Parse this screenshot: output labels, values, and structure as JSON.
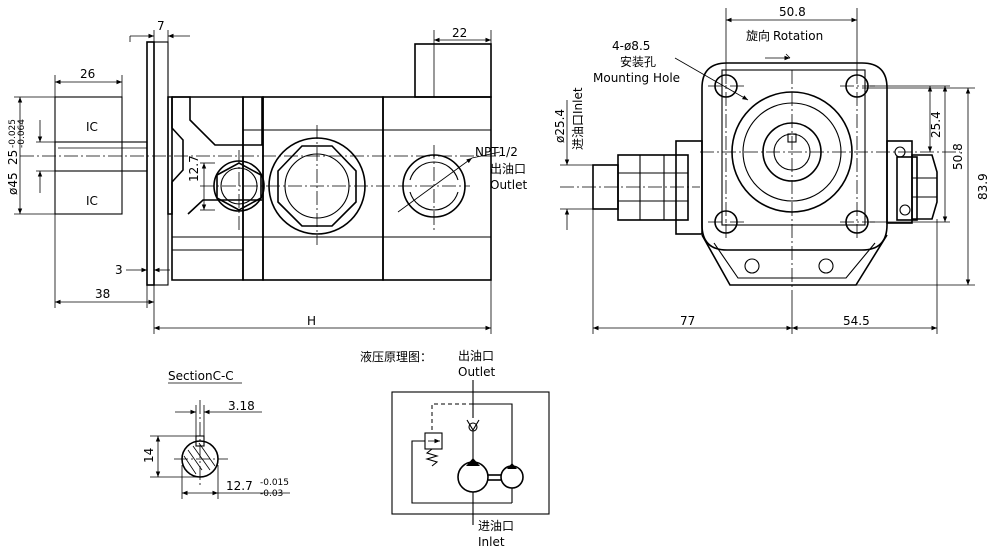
{
  "front_view": {
    "dim_top_left": "26",
    "dim_top_flange": "7",
    "dim_top_right": "22",
    "dim_shaft_dia": "ø45",
    "dim_shaft_tol_label": "25",
    "dim_shaft_tol_upper": "-0.025",
    "dim_shaft_tol_lower": "-0.064",
    "ic_upper": "IC",
    "ic_lower": "IC",
    "dim_key": "12.7",
    "dim_3": "3",
    "dim_38": "38",
    "dim_H": "H",
    "outlet_code": "NPT1/2",
    "outlet_cn": "出油口",
    "outlet_en": "Outlet"
  },
  "side_view": {
    "dim_top": "50.8",
    "rotation_cn": "旋向",
    "rotation_en": "Rotation",
    "mounting_count": "4-ø8.5",
    "mounting_cn": "安装孔",
    "mounting_en": "Mounting Hole",
    "inlet_dia": "ø25.4",
    "inlet_cn": "进油口",
    "inlet_en": "Inlet",
    "dim_25_4": "25.4",
    "dim_50_8": "50.8",
    "dim_83_9": "83.9",
    "dim_77": "77",
    "dim_54_5": "54.5"
  },
  "section": {
    "title": "SectionC-C",
    "dim_3_18": "3.18",
    "dim_14": "14",
    "dim_12_7": "12.7",
    "tol_upper": "-0.015",
    "tol_lower": "-0.03"
  },
  "hydraulic": {
    "title": "液压原理图：",
    "outlet_cn": "出油口",
    "outlet_en": "Outlet",
    "inlet_cn": "进油口",
    "inlet_en": "Inlet"
  }
}
